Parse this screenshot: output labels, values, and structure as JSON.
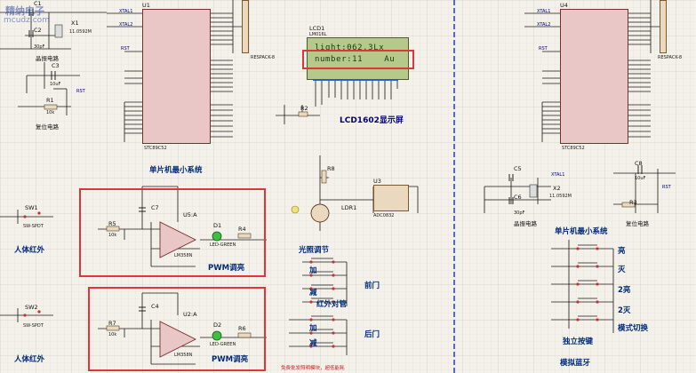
{
  "watermark": {
    "line1": "精纳电子",
    "line2": "mcudz.com"
  },
  "lcd": {
    "ref": "LCD1",
    "part": "LM016L",
    "row1": "light:062.3Lx",
    "row2": "number:11    Au",
    "title": "LCD1602显示屏"
  },
  "mcu_left": {
    "ref": "U1",
    "part": "STC89C52"
  },
  "mcu_right": {
    "ref": "U4",
    "part": "STC89C52"
  },
  "section_titles": {
    "min_system_left": "单片机最小系统",
    "min_system_right": "单片机最小系统",
    "crystal_left": "晶振电路",
    "crystal_right": "晶振电路",
    "reset_left": "复位电路",
    "reset_right": "复位电路",
    "pir1": "人体红外",
    "pir2": "人体红外",
    "pwm1": "PWM调亮",
    "pwm2": "PWM调亮",
    "light": "光照调节",
    "front_door": "前门",
    "back_door": "后门",
    "ir_pair": "红外对管",
    "add1": "加",
    "sub1": "减",
    "add2": "加",
    "sub2": "减",
    "bright": "亮",
    "dark": "灭",
    "bright2": "2亮",
    "dark2": "2灭",
    "mode": "模式切换",
    "keys": "独立按键",
    "bt": "模拟蓝牙"
  },
  "components": {
    "c1": "C1",
    "c2": "C2",
    "c3": "C3",
    "r1": "R1",
    "x1": "X1",
    "sw1": "SW1",
    "sw2": "SW2",
    "r5": "R5",
    "r7": "R7",
    "c7": "C7",
    "c4": "C4",
    "u5a": "U5:A",
    "u2a": "U2:A",
    "d1": "D1",
    "d2": "D2",
    "r4": "R4",
    "r6": "R6",
    "lm358": "LM358N",
    "led": "LED-GREEN",
    "r2": "R2",
    "r8": "R8",
    "ldr1": "LDR1",
    "u3": "U3",
    "adc": "ADC0832",
    "c5": "C5",
    "c6": "C6",
    "x2": "X2",
    "c8": "C8",
    "r3": "R3",
    "respack": "RESPACK-8",
    "swspdt": "SW-SPDT",
    "xtal1": "XTAL1",
    "xtal2": "XTAL2",
    "rst": "RST",
    "crystal_freq": "11.0592M",
    "c_val": "30pF",
    "cap10": "10uF",
    "res10k": "10k"
  },
  "footer": "免费批发照明模块，超低能耗"
}
